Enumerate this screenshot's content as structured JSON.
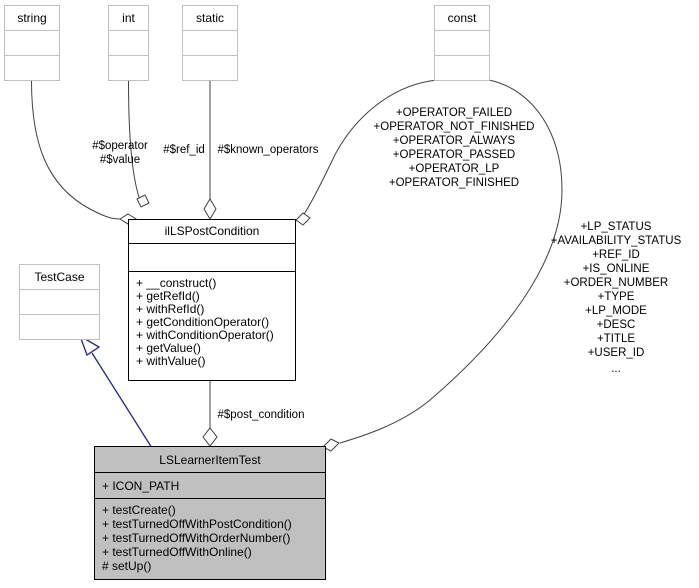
{
  "diagram": {
    "kind": "uml-class-diagram",
    "background": "#ffffff",
    "colors": {
      "class_fill": "#c0c0c0",
      "type_border": "#c0c0c0",
      "class_border": "#000000",
      "association": "#404040",
      "inheritance": "#22228b"
    }
  },
  "type_boxes": [
    {
      "id": "string",
      "name": "string"
    },
    {
      "id": "int",
      "name": "int"
    },
    {
      "id": "static",
      "name": "static"
    },
    {
      "id": "const",
      "name": "const"
    },
    {
      "id": "testcase",
      "name": "TestCase"
    }
  ],
  "classes": [
    {
      "id": "ilLSPostCondition",
      "name": "ilLSPostCondition",
      "attributes": [],
      "operations": [
        "+ __construct()",
        "+ getRefId()",
        "+ withRefId()",
        "+ getConditionOperator()",
        "+ withConditionOperator()",
        "+ getValue()",
        "+ withValue()"
      ]
    },
    {
      "id": "LSLearnerItemTest",
      "name": "LSLearnerItemTest",
      "attributes": [
        "+ ICON_PATH"
      ],
      "operations": [
        "+ testCreate()",
        "+ testTurnedOffWithPostCondition()",
        "+ testTurnedOffWithOrderNumber()",
        "+ testTurnedOffWithOnline()",
        "# setUp()"
      ]
    }
  ],
  "edge_labels": {
    "string_to_postcondition": [
      "#$operator",
      "#$value"
    ],
    "int_to_postcondition": "#$ref_id",
    "static_to_postcondition": "#$known_operators",
    "postcondition_to_test": "#$post_condition",
    "const_to_postcondition": [
      "+OPERATOR_FAILED",
      "+OPERATOR_NOT_FINISHED",
      "+OPERATOR_ALWAYS",
      "+OPERATOR_PASSED",
      "+OPERATOR_LP",
      "+OPERATOR_FINISHED"
    ],
    "const_to_test": [
      "+LP_STATUS",
      "+AVAILABILITY_STATUS",
      "+REF_ID",
      "+IS_ONLINE",
      "+ORDER_NUMBER",
      "+TYPE",
      "+LP_MODE",
      "+DESC",
      "+TITLE",
      "+USER_ID",
      "..."
    ]
  }
}
